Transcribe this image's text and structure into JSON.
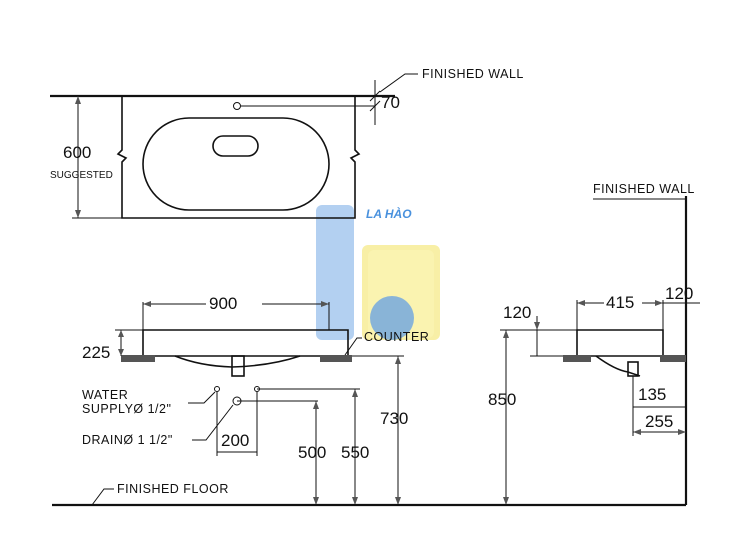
{
  "labels": {
    "finished_wall_top": "FINISHED WALL",
    "finished_wall_side": "FINISHED WALL",
    "finished_floor": "FINISHED FLOOR",
    "counter": "COUNTER",
    "suggested": "SUGGESTED",
    "water_supply_line1": "WATER",
    "water_supply_line2": "SUPPLYØ 1/2\"",
    "drain": "DRAINØ 1  1/2\""
  },
  "dimensions": {
    "d70": "70",
    "d600": "600",
    "d900": "900",
    "d225": "225",
    "d730": "730",
    "d500": "500",
    "d550": "550",
    "d200": "200",
    "d850": "850",
    "d120_left": "120",
    "d415": "415",
    "d120_right": "120",
    "d135": "135",
    "d255": "255"
  },
  "watermark": {
    "text": "LA HÀO",
    "colors": {
      "blue": "#4a90e2",
      "yellow": "#f2e24a",
      "light": "#d7e8f7"
    }
  }
}
